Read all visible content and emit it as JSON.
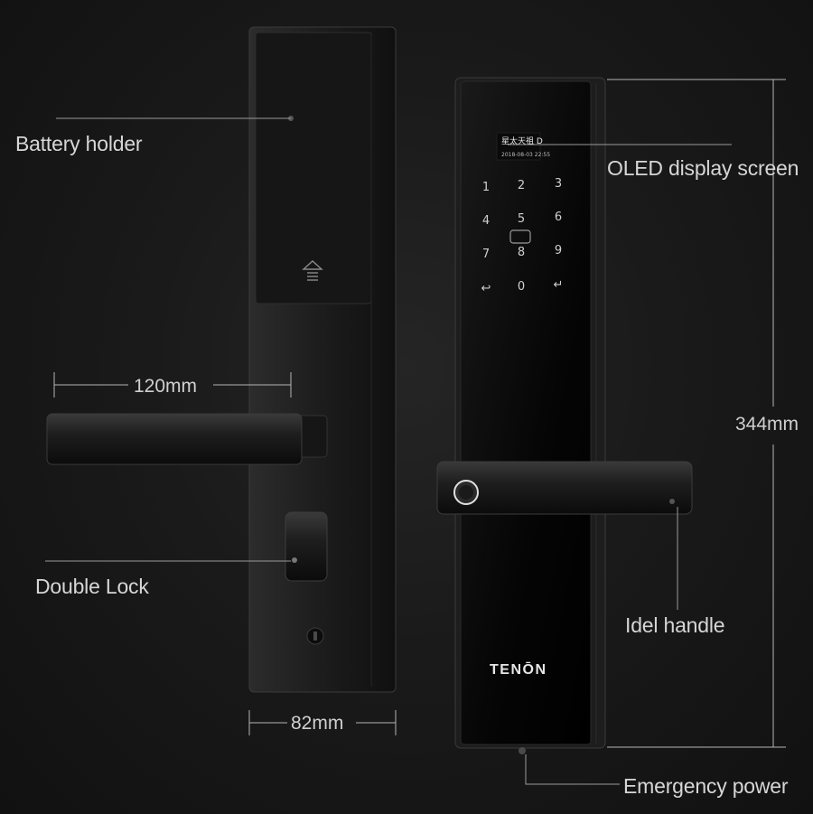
{
  "labels": {
    "battery_holder": "Battery holder",
    "double_lock": "Double Lock",
    "oled_display": "OLED display screen",
    "idle_handle": "Idel handle",
    "emergency_power": "Emergency power"
  },
  "dimensions": {
    "handle_length": "120mm",
    "width": "82mm",
    "height": "344mm"
  },
  "device": {
    "brand": "TENŌN",
    "oled_text": "星太天祖 D",
    "oled_date": "2018-08-03  22:55",
    "keypad": [
      "1",
      "2",
      "3",
      "4",
      "5",
      "6",
      "7",
      "8",
      "9",
      "↩",
      "0",
      "↵"
    ]
  }
}
